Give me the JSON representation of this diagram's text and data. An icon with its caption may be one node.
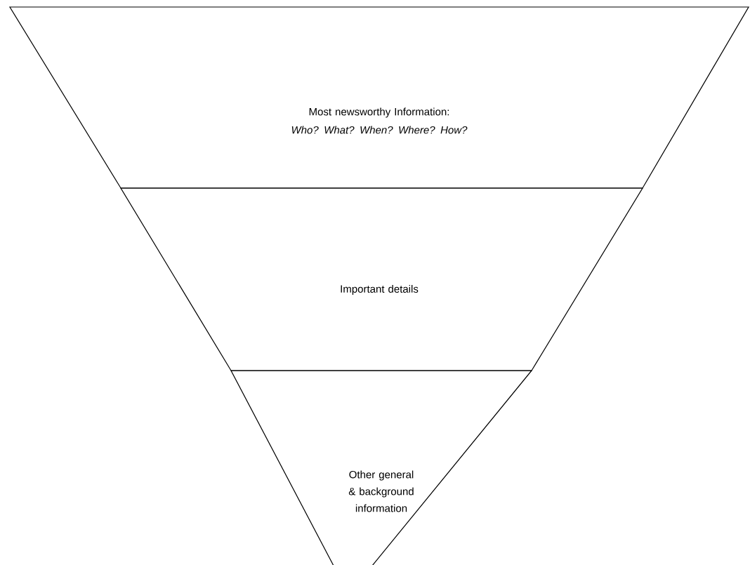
{
  "diagram": {
    "nodes": [
      {
        "text": [
          "Most newsworthy Information:",
          "Who? What? When? Where? How?"
        ]
      },
      {
        "text": [
          "Important details"
        ]
      },
      {
        "text": [
          "Other general & background information"
        ]
      }
    ]
  }
}
